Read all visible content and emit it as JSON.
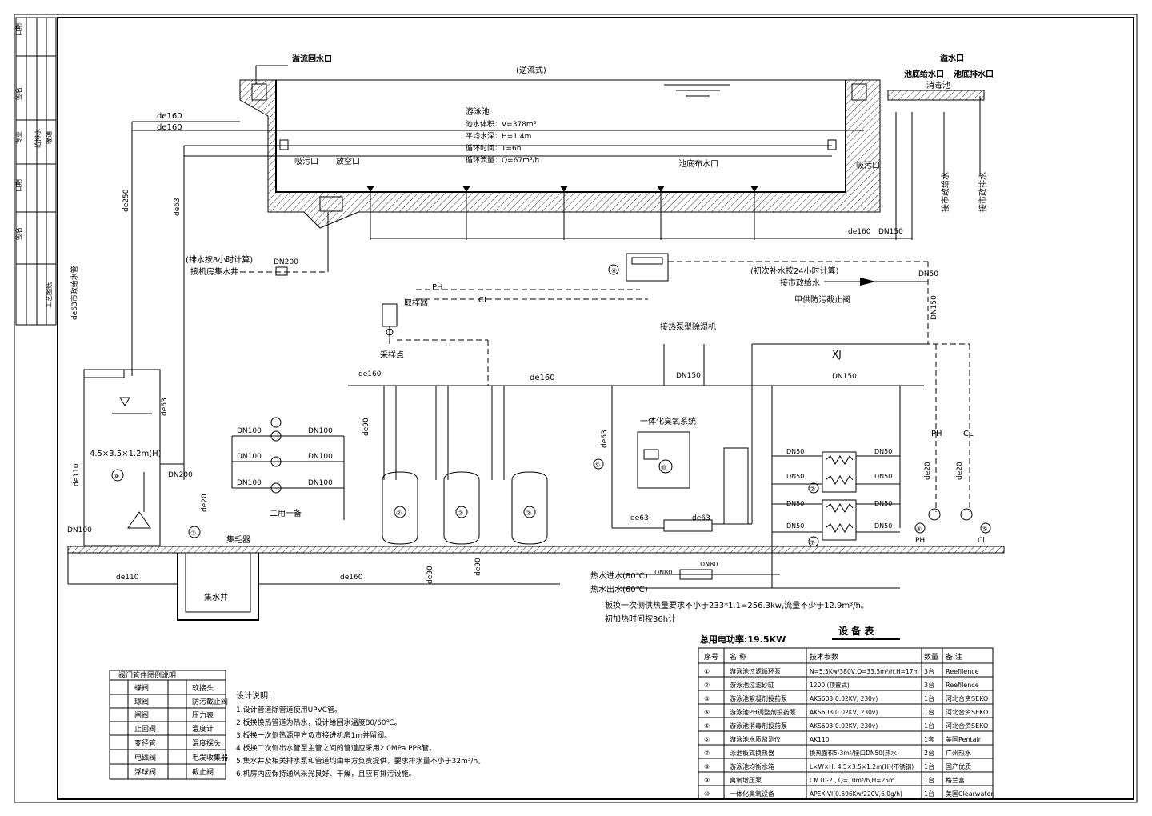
{
  "pool": {
    "overflow_return": "溢流回水口",
    "type": "(逆流式)",
    "bottom_supply": "池底给水口",
    "bottom_drain": "池底排水口",
    "overflow": "溢水口",
    "disinfection_pool": "消毒池",
    "name": "游泳池",
    "params": [
      "池水体积：V=378m³",
      "平均水深：H=1.4m",
      "循环时间：T=6h",
      "循环流量：Q=67m³/h"
    ],
    "suction1": "吸污口",
    "vent": "放空口",
    "bottom_outlet": "池底布水口",
    "suction2": "吸污口",
    "tap_water": "接市政给水",
    "sewer": "接市政排水",
    "makeup_tank": "de63市政给水管"
  },
  "notes": {
    "drain": "(排水按8小时计算)",
    "drain_to": "接机房集水井",
    "makeup_calc": "(初次补水按24小时计算)",
    "makeup_from": "接市政给水",
    "backflow": "甲供防污截止阀",
    "sampler": "取样器",
    "sample_point": "采样点",
    "heat_pump": "接热泵型除湿机",
    "ozone_sys": "一体化臭氧系统",
    "two_one": "二用一备",
    "sump": "集水井",
    "hair": "集毛器",
    "tank_size": "4.5×3.5×1.2m(H)",
    "heat_in": "热水进水(80℃)",
    "heat_out": "热水出水(60℃)",
    "heat_req": "板换一次侧供热量要求不小于233*1.1=256.3kw,流量不少于12.9m³/h。",
    "heat_time": "初加热时间按36h计"
  },
  "pipes": [
    "de160",
    "de160",
    "de250",
    "de63",
    "de63",
    "DN200",
    "DN150",
    "de160",
    "DN50",
    "DN150",
    "DN150",
    "de160",
    "DN150",
    "de20",
    "de20",
    "de110",
    "de110",
    "de160",
    "DN100",
    "DN200",
    "de20",
    "de90",
    "de90",
    "de90",
    "de63",
    "de63",
    "de63",
    "DN80",
    "DN80"
  ],
  "legend": {
    "title": "阀门管件图例说明",
    "items": [
      [
        "蝶阀",
        "软接头"
      ],
      [
        "球阀",
        "防污截止阀"
      ],
      [
        "闸阀",
        "压力表"
      ],
      [
        "止回阀",
        "温度计"
      ],
      [
        "变径管",
        "温度探头"
      ],
      [
        "电磁阀",
        "毛发收集器"
      ],
      [
        "浮球阀",
        "截止阀"
      ]
    ]
  },
  "design_notes": {
    "title": "设计说明：",
    "lines": [
      "1.设计管道除管道使用UPVC管。",
      "2.板换换热管道为热水，设计给回水温度80/60℃。",
      "3.板换一次侧热源甲方负责接进机房1m并留阀。",
      "4.板换二次侧出水管至主管之间的管道应采用2.0MPa PPR管。",
      "5.集水井及相关排水泵和管道均由甲方负责提供，要求排水量不小于32m³/h。",
      "6.机房内应保持通风采光良好、干燥，且应有排污设施。"
    ]
  },
  "equipment": {
    "title": "设 备 表",
    "power": "总用电功率:19.5KW",
    "headers": [
      "序号",
      "名 称",
      "技术参数",
      "数量",
      "备 注"
    ],
    "rows": [
      [
        "①",
        "游泳池过滤循环泵",
        "N=5.5Kw/380V,Q=33.5m³/h,H=17m",
        "3台",
        "Reefilence"
      ],
      [
        "②",
        "游泳池过滤砂缸",
        "1200 (顶置式)",
        "3台",
        "Reefilence"
      ],
      [
        "③",
        "游泳池絮凝剂投药泵",
        "AKS603(0.02KV, 230v)",
        "1台",
        "河北合资SEKO"
      ],
      [
        "④",
        "游泳池PH调整剂投药泵",
        "AKS603(0.02KV, 230v)",
        "1台",
        "河北合资SEKO"
      ],
      [
        "⑤",
        "游泳池消毒剂投药泵",
        "AKS603(0.02KV, 230v)",
        "1台",
        "河北合资SEKO"
      ],
      [
        "⑥",
        "游泳池水质监测仪",
        "AK110",
        "1套",
        "美国Pentair"
      ],
      [
        "⑦",
        "泳池板式换热器",
        "换热面积5-3m²/接口DN50(热水)",
        "2台",
        "广州热水"
      ],
      [
        "⑧",
        "游泳池均衡水箱",
        "L×W×H: 4.5×3.5×1.2m(H)(不锈钢)",
        "1台",
        "国产优质"
      ],
      [
        "⑨",
        "臭氧增压泵",
        "CM10-2 , Q=10m³/h,H=25m",
        "1台",
        "格兰富"
      ],
      [
        "⑩",
        "一体化臭氧设备",
        "APEX VI(0.696Kw/220V,6.0g/h)",
        "1台",
        "美国Clearwater"
      ]
    ]
  },
  "title_block": {
    "cells": [
      "日期",
      "签名",
      "专业",
      "给排水",
      "暖通",
      "日期",
      "签名",
      "工艺图纸"
    ]
  }
}
